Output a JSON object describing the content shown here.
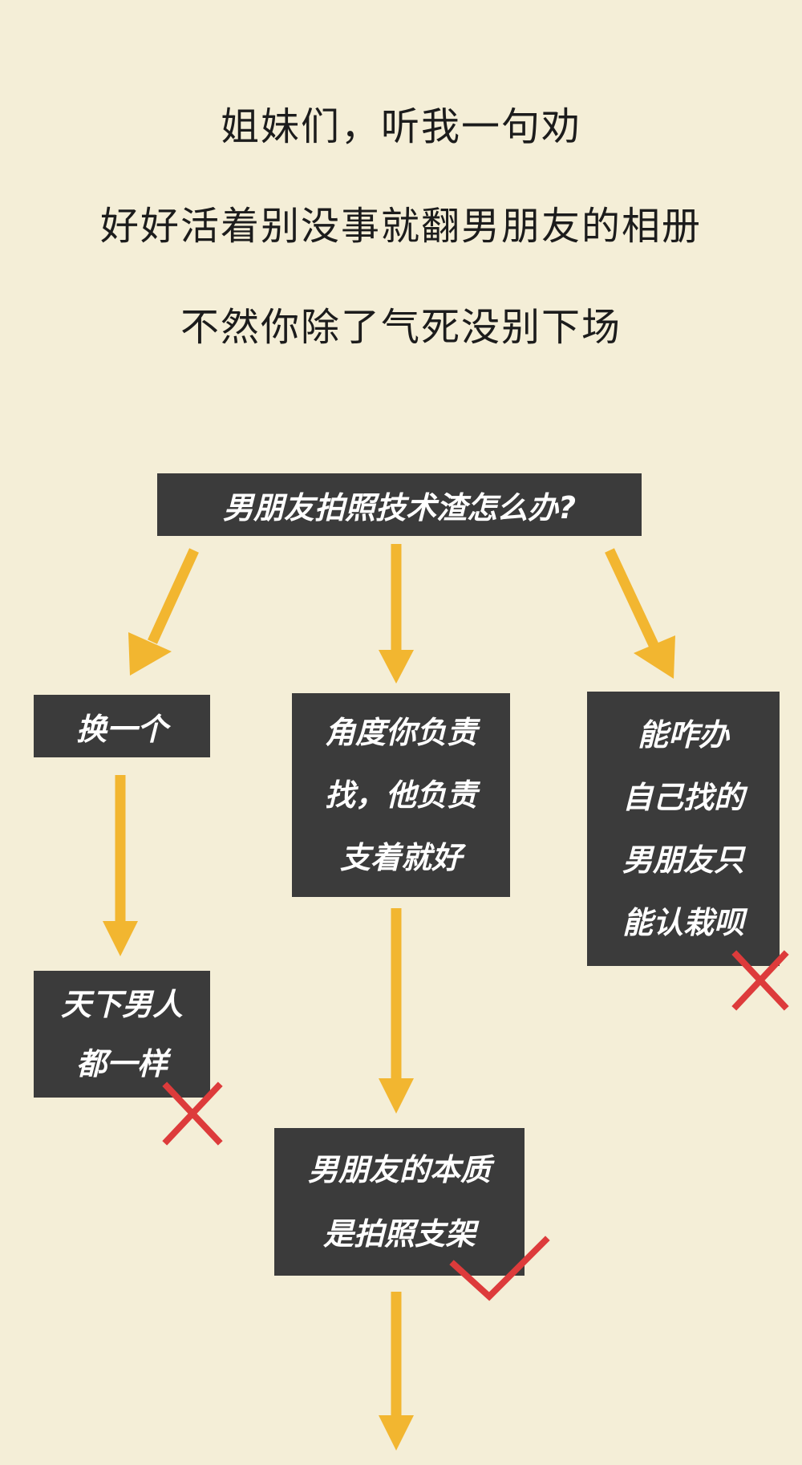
{
  "header": {
    "line1": "姐妹们，听我一句劝",
    "line2": "好好活着别没事就翻男朋友的相册",
    "line3": "不然你除了气死没别下场"
  },
  "flowchart": {
    "question": "男朋友拍照技术渣怎么办?",
    "option_left": "换一个",
    "option_middle": "角度你负责\n找，他负责\n支着就好",
    "option_right": "能咋办\n自己找的\n男朋友只\n能认栽呗",
    "result_left": "天下男人\n都一样",
    "result_middle": "男朋友的本质\n是拍照支架"
  },
  "colors": {
    "background": "#f4eed7",
    "box": "#3b3b3b",
    "box_text": "#ffffff",
    "arrow": "#f2b630",
    "mark": "#dd3b3b"
  },
  "marks": {
    "option_right": "cross-icon",
    "result_left": "cross-icon",
    "result_middle": "check-icon"
  }
}
